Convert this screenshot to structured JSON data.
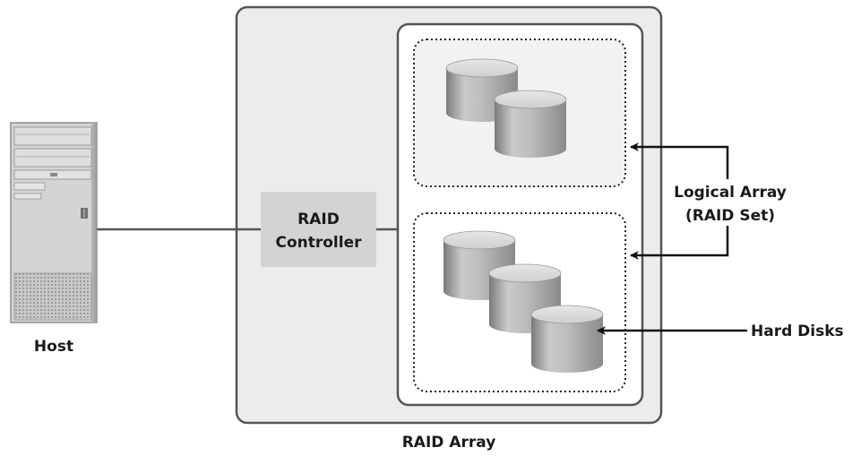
{
  "host": {
    "label": "Host"
  },
  "raid_array": {
    "label": "RAID Array"
  },
  "controller": {
    "label_line1": "RAID",
    "label_line2": "Controller"
  },
  "logical_array": {
    "label_line1": "Logical Array",
    "label_line2": "(RAID Set)"
  },
  "hard_disks": {
    "label": "Hard Disks"
  },
  "colors": {
    "array_fill": "#ececed",
    "array_stroke": "#555555",
    "controller_fill": "#d3d3d3",
    "line": "#555555",
    "arrow": "#111111"
  }
}
